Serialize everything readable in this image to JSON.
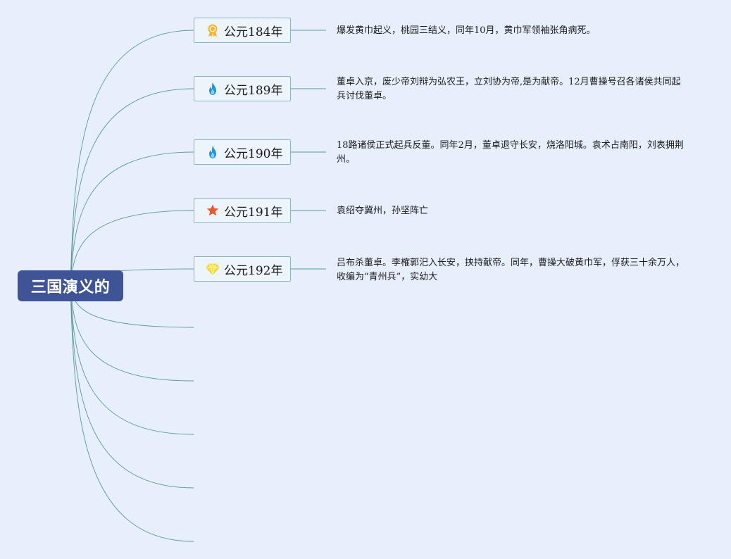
{
  "mindmap": {
    "root": {
      "label": "三国演义的"
    },
    "events": [
      {
        "year": "公元184年",
        "icon": "medal-icon",
        "text": "爆发黄巾起义，桃园三结义，同年10月，黄巾军领袖张角病死。"
      },
      {
        "year": "公元189年",
        "icon": "flame-icon",
        "text": "董卓入京，废少帝刘辩为弘农王，立刘协为帝,是为献帝。12月曹操号召各诸侯共同起兵讨伐董卓。"
      },
      {
        "year": "公元190年",
        "icon": "flame-icon",
        "text": "18路诸侯正式起兵反董。同年2月，董卓退守长安，烧洛阳城。袁术占南阳，刘表拥荆州。"
      },
      {
        "year": "公元191年",
        "icon": "star-icon",
        "text": "袁绍夺冀州，孙坚阵亡"
      },
      {
        "year": "公元192年",
        "icon": "diamond-icon",
        "text": "吕布杀董卓。李榷郭汜入长安，挟持献帝。同年，曹操大破黄巾军，俘获三十余万人，收编为“青州兵”，实幼大"
      }
    ],
    "empty_branches": 5
  },
  "colors": {
    "background": "#e8effc",
    "root_fill": "#3f5496",
    "node_border": "#86b4c4",
    "node_fill": "#eef4fc",
    "link": "#5a9a92",
    "medal": "#f3b531",
    "flame": "#2196e3",
    "star": "#e35b2b",
    "diamond": "#f6e23a"
  }
}
